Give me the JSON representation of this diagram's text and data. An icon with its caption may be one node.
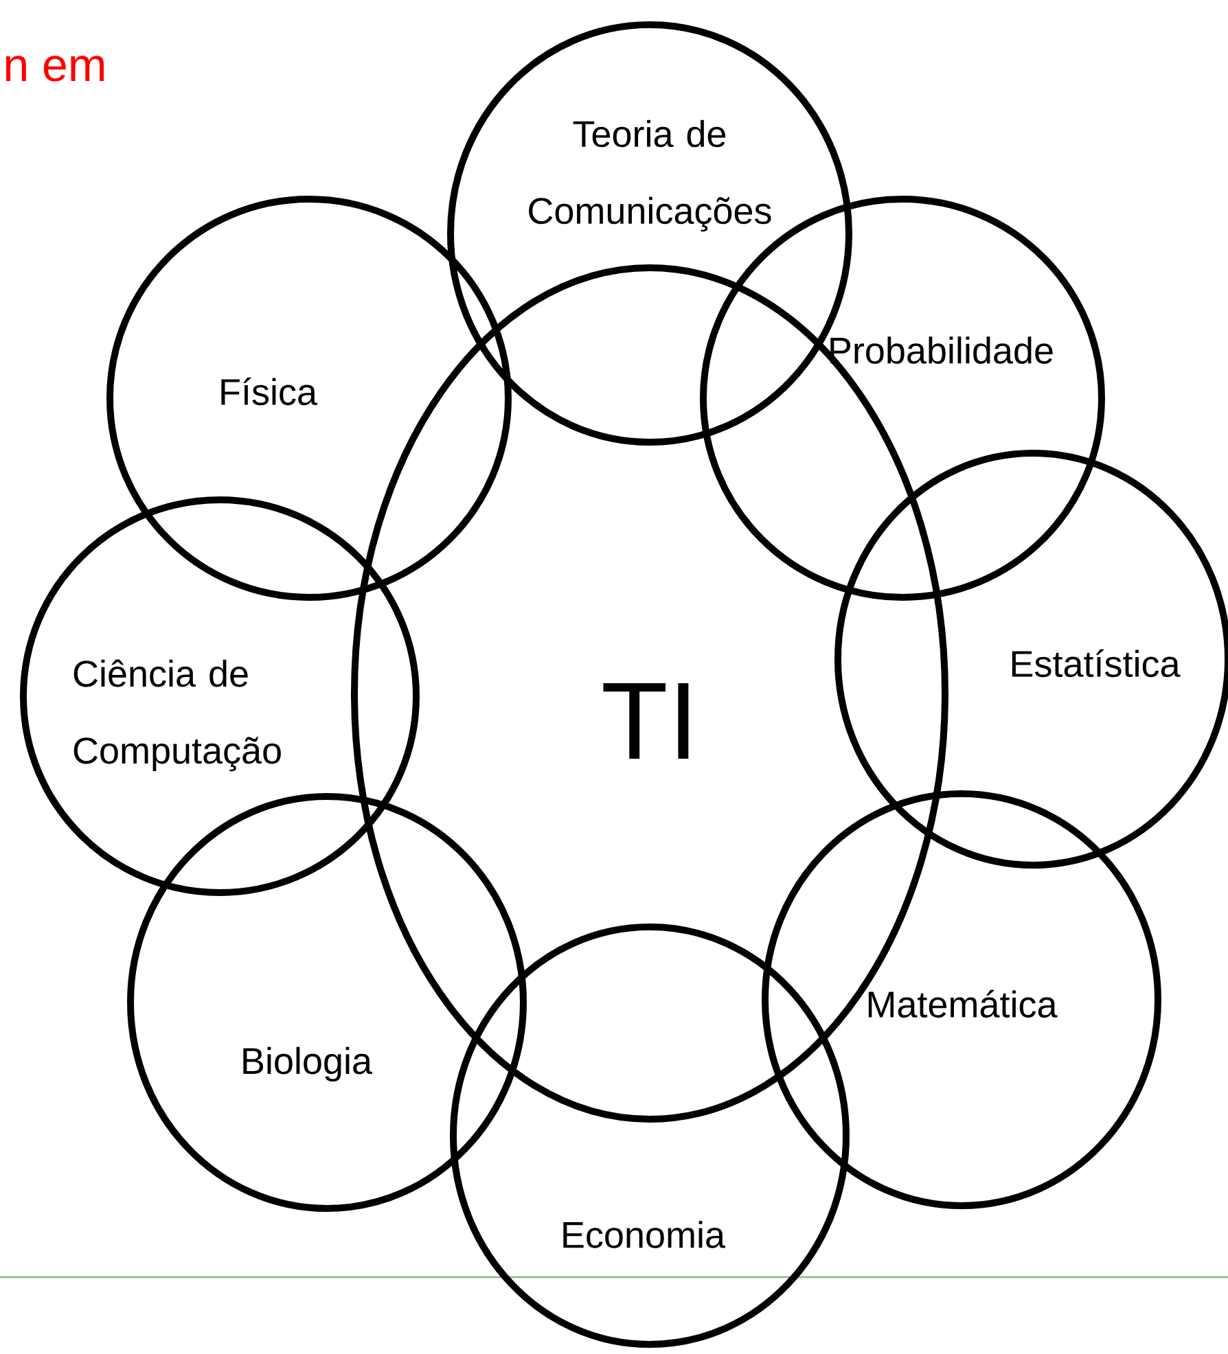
{
  "diagram": {
    "nodes": [
      {
        "text": [
          "Teoria de Comunicações"
        ]
      },
      {
        "text": [
          "Física"
        ]
      },
      {
        "text": [
          "Probabilidade"
        ]
      },
      {
        "text": [
          "TI"
        ]
      },
      {
        "text": [
          "Ciência de Computação"
        ]
      },
      {
        "text": [
          "Estatística"
        ]
      },
      {
        "text": [
          "Matemática"
        ]
      },
      {
        "text": [
          "Biologia"
        ]
      },
      {
        "text": [
          "Economia"
        ]
      }
    ],
    "labels": [
      "n em"
    ]
  }
}
